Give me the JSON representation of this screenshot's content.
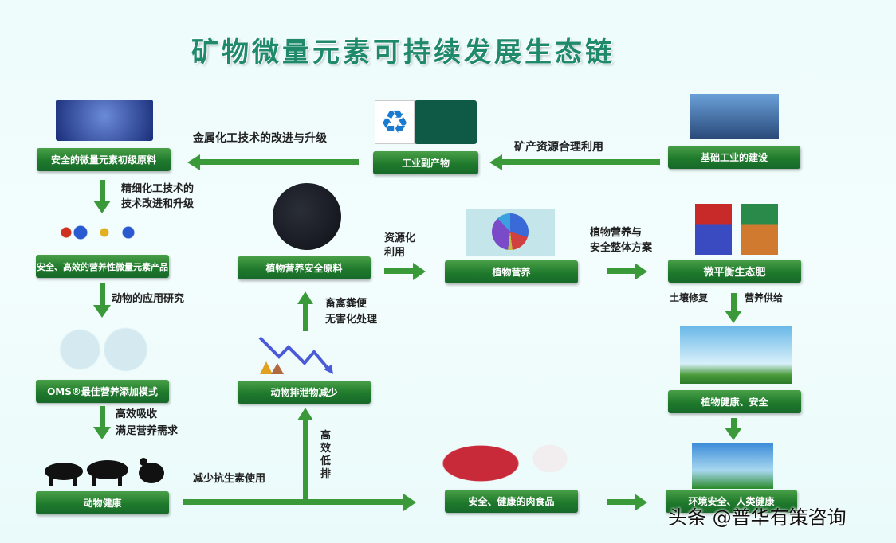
{
  "title": "矿物微量元素可持续发展生态链",
  "nodes": {
    "primary_material": "安全的微量元素初级原料",
    "industrial_byproduct": "工业副产物",
    "basic_industry": "基础工业的建设",
    "trace_product": "安全、高效的营养性微量元素产品",
    "plant_material": "植物营养安全原料",
    "plant_nutrition": "植物营养",
    "fertilizer": "微平衡生态肥",
    "oms_mode": "OMS®最佳营养添加模式",
    "excreta_reduce": "动物排泄物减少",
    "plant_health": "植物健康、安全",
    "animal_health": "动物健康",
    "meat_food": "安全、健康的肉食品",
    "env_health": "环境安全、人类健康"
  },
  "labels": {
    "metal_chem": "金属化工技术的改进与升级",
    "mineral_use": "矿产资源合理利用",
    "fine_chem_1": "精细化工技术的",
    "fine_chem_2": "技术改进和升级",
    "animal_research": "动物的应用研究",
    "absorb_1": "高效吸收",
    "absorb_2": "满足营养需求",
    "reduce_antibiotics": "减少抗生素使用",
    "low_emission": "高效低排",
    "manure_1": "畜禽粪便",
    "manure_2": "无害化处理",
    "resource_1": "资源化",
    "resource_2": "利用",
    "scheme_1": "植物营养与",
    "scheme_2": "安全整体方案",
    "soil_repair": "土壤修复",
    "nutrient_supply": "营养供给"
  },
  "watermark": "头条 @普华有策咨询",
  "colors": {
    "box": "#1f7a2c",
    "arrow": "#3a9a3a",
    "title": "#1f8a6a"
  }
}
